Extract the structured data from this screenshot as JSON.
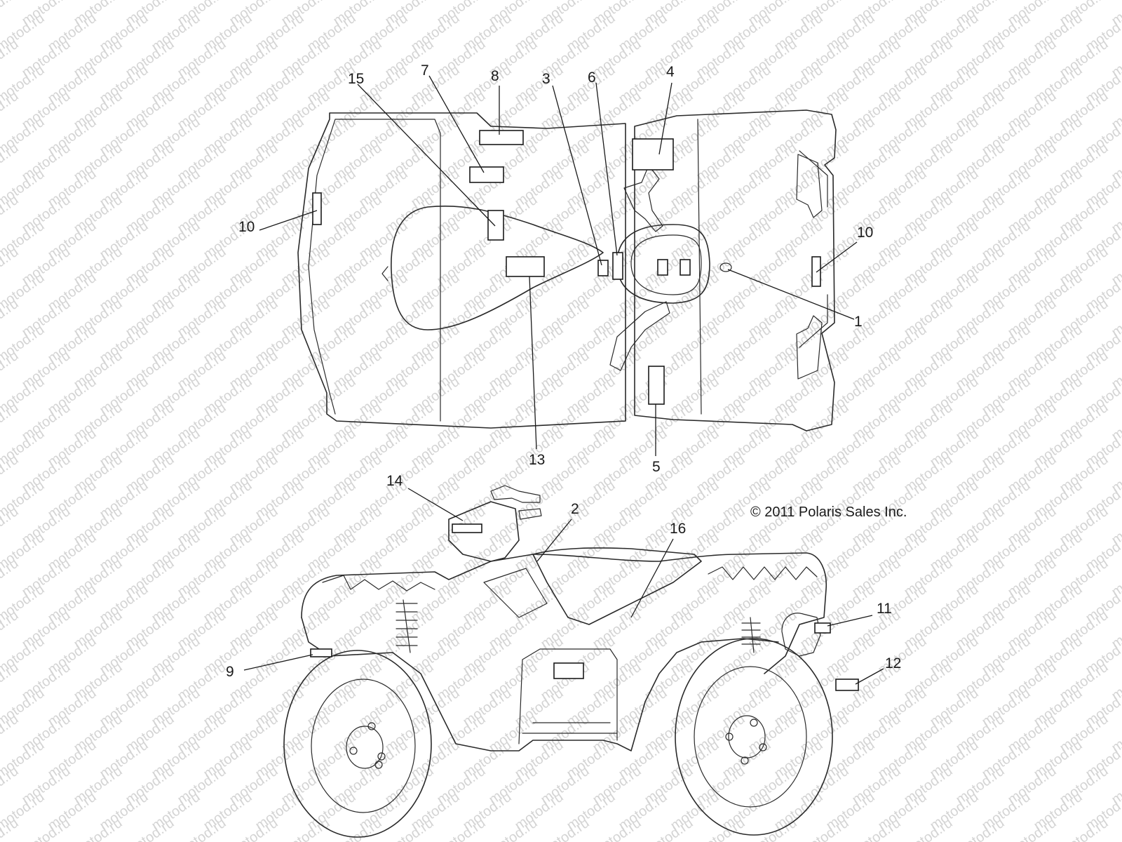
{
  "watermark": {
    "text": "motod.ru",
    "color": "#d4d4d4"
  },
  "copyright": "© 2011 Polaris Sales Inc.",
  "views": {
    "top": {
      "callouts": [
        "15",
        "7",
        "8",
        "3",
        "6",
        "4",
        "10",
        "10",
        "1",
        "13",
        "5"
      ]
    },
    "side": {
      "callouts": [
        "14",
        "2",
        "16",
        "11",
        "9",
        "12"
      ]
    }
  },
  "colors": {
    "line": "#2a2a2a",
    "text": "#1a1a1a",
    "background": "#ffffff"
  }
}
